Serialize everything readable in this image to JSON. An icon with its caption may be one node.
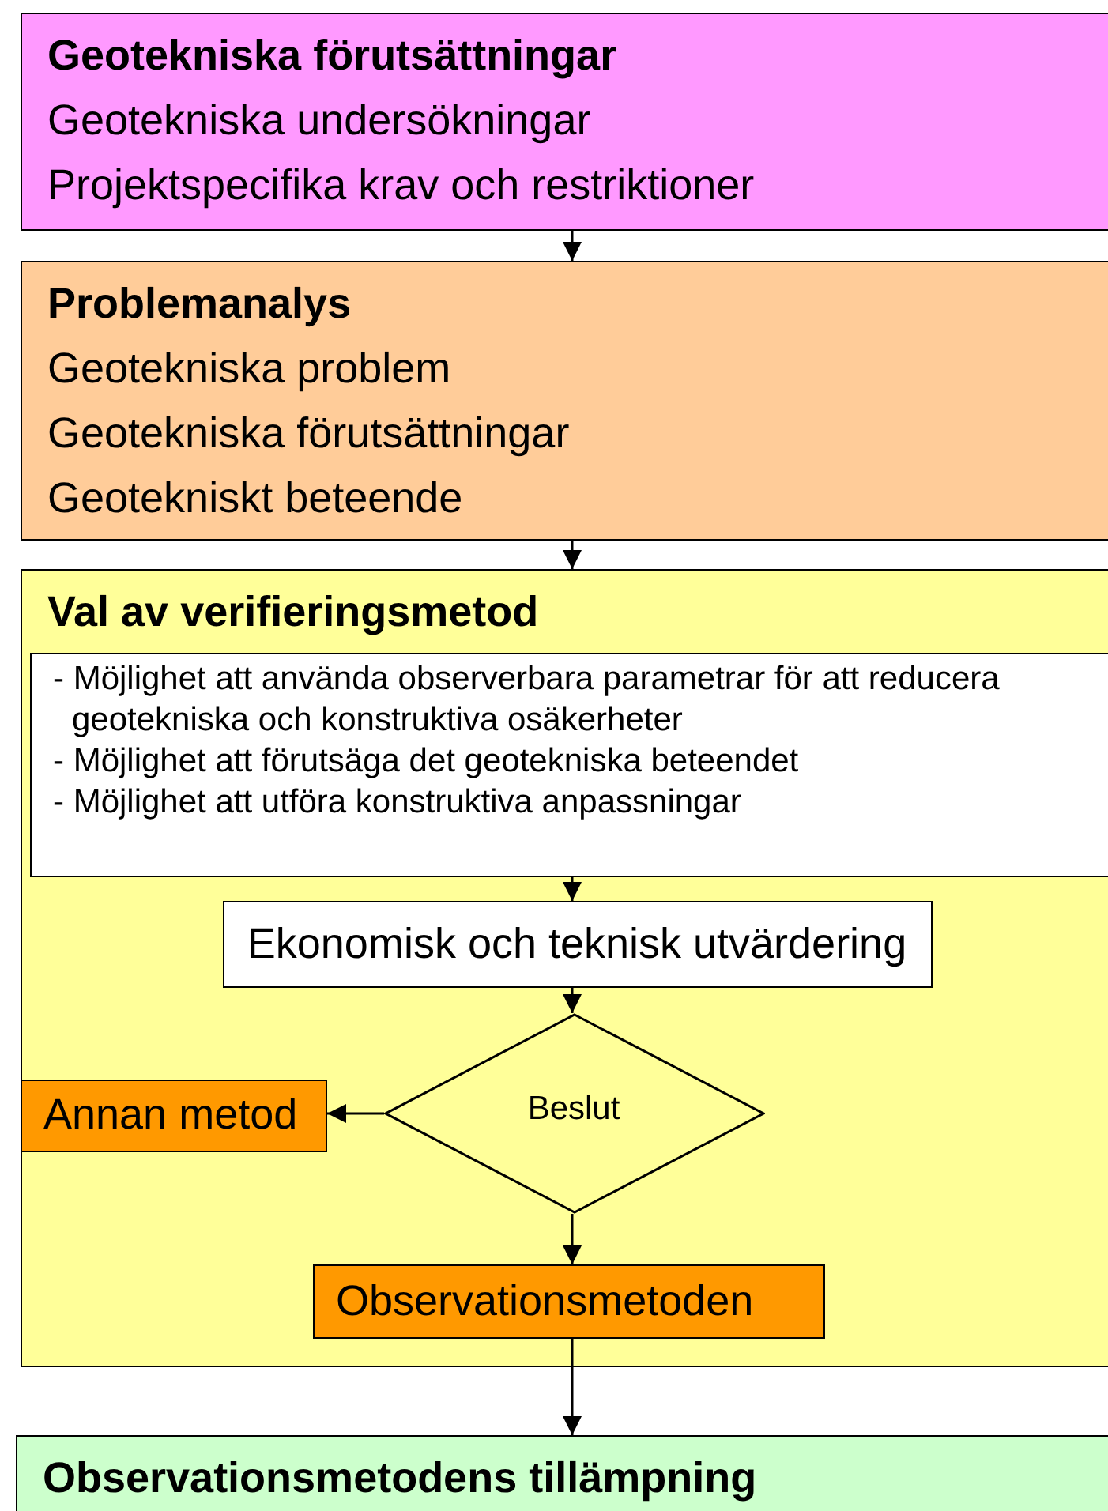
{
  "diagram": {
    "nodes": [
      {
        "text": [
          "Geotekniska förutsättningar",
          "Geotekniska undersökningar",
          "Projektspecifika krav och restriktioner"
        ]
      },
      {
        "text": [
          "Problemanalys",
          "Geotekniska problem",
          "Geotekniska förutsättningar",
          "Geotekniskt beteende"
        ]
      },
      {
        "text": [
          "Val av verifieringsmetod"
        ]
      },
      {
        "text": [
          "- Möjlighet att använda observerbara parametrar för att reducera geotekniska och konstruktiva osäkerheter",
          "- Möjlighet att förutsäga det geotekniska beteendet",
          "- Möjlighet att utföra konstruktiva anpassningar"
        ],
        "in": 2
      },
      {
        "text": [
          "Ekonomisk och teknisk utvärdering"
        ],
        "in": 2
      },
      {
        "text": [
          "Beslut"
        ],
        "in": 2
      },
      {
        "text": [
          "Annan metod"
        ],
        "in": 2
      },
      {
        "text": [
          "Observationsmetoden"
        ],
        "in": 2
      },
      {
        "text": [
          "Observationsmetodens tillämpning"
        ]
      }
    ],
    "edges": [
      {
        "from": 0,
        "to": 1,
        "arrow": "to"
      },
      {
        "from": 1,
        "to": 2,
        "arrow": "to"
      },
      {
        "from": 3,
        "to": 4,
        "arrow": "to"
      },
      {
        "from": 4,
        "to": 5,
        "arrow": "to"
      },
      {
        "from": 5,
        "to": 6,
        "arrow": "to"
      },
      {
        "from": 5,
        "to": 7,
        "arrow": "to"
      },
      {
        "from": 7,
        "to": 8,
        "arrow": "to"
      }
    ]
  }
}
